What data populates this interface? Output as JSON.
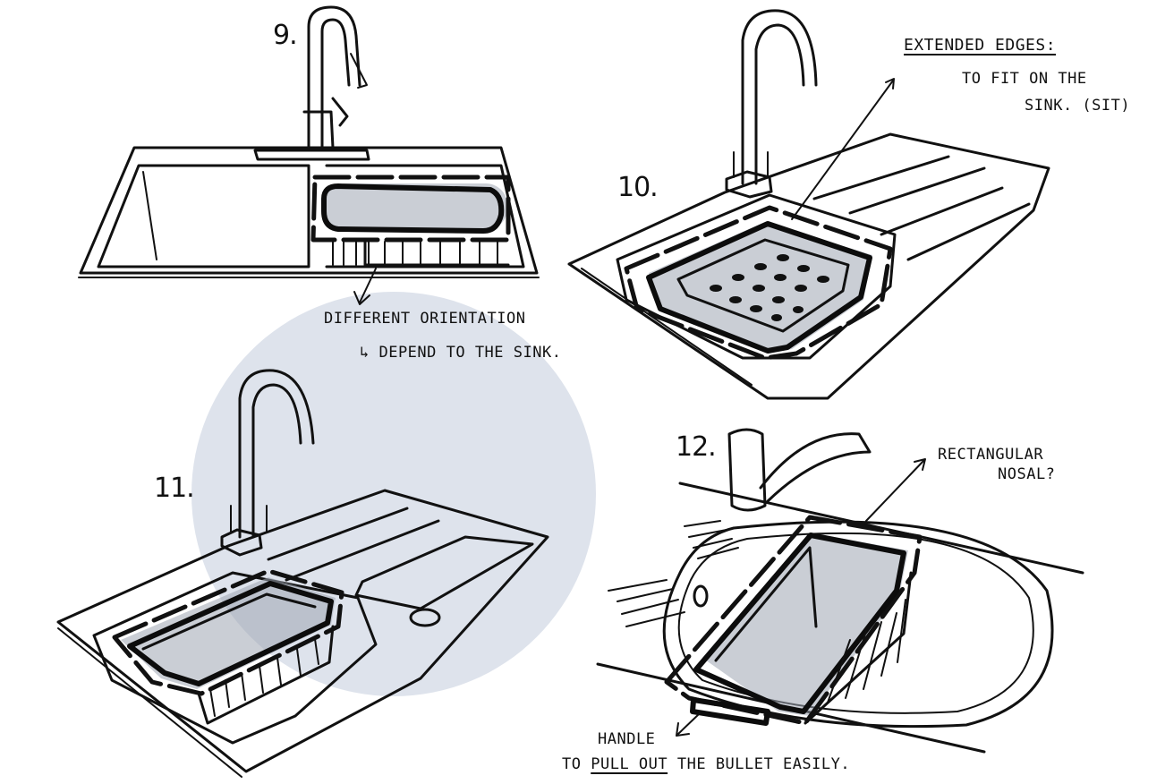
{
  "sketches": [
    {
      "number": "9.",
      "annotation": {
        "line1": "Different orientation",
        "line2": "↳ Depend to the sink."
      }
    },
    {
      "number": "10.",
      "annotation": {
        "heading": "Extended Edges:",
        "line1": "to fit on the",
        "line2": "sink. (sit)"
      }
    },
    {
      "number": "11."
    },
    {
      "number": "12.",
      "annotation_top": {
        "line1": "Rectangular",
        "line2": "nosal?"
      },
      "annotation_bottom": {
        "line1": "Handle",
        "line2_pre": "to",
        "line2_underlined": "pull out",
        "line2_post": "the bullet easily."
      }
    }
  ],
  "colors": {
    "ink": "#111111",
    "marker_grey": "#9ea6b3",
    "circle_highlight": "#dee3ec"
  }
}
